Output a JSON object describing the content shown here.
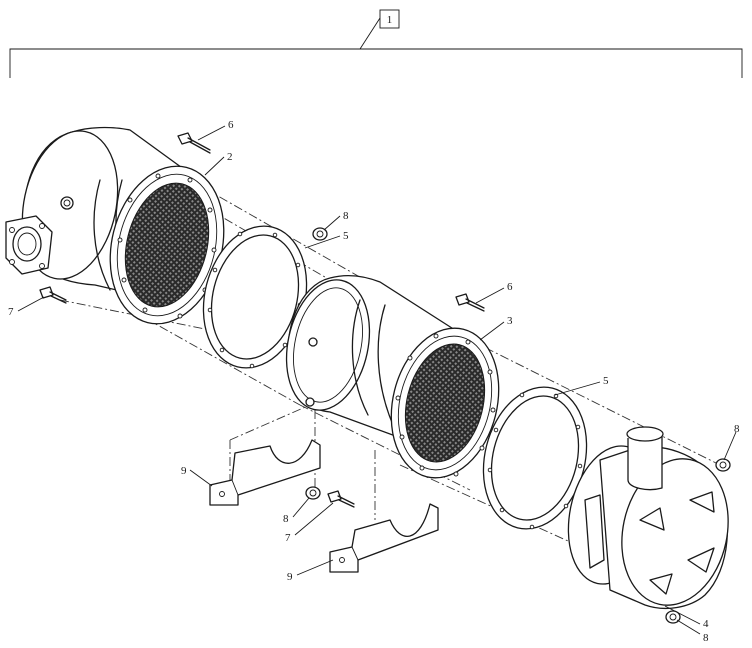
{
  "assembly": {
    "number": "1"
  },
  "callouts": [
    {
      "id": "callout-6-top",
      "label": "6"
    },
    {
      "id": "callout-2",
      "label": "2"
    },
    {
      "id": "callout-8-top",
      "label": "8"
    },
    {
      "id": "callout-5-top",
      "label": "5"
    },
    {
      "id": "callout-7-left",
      "label": "7"
    },
    {
      "id": "callout-6-mid",
      "label": "6"
    },
    {
      "id": "callout-3",
      "label": "3"
    },
    {
      "id": "callout-5-right",
      "label": "5"
    },
    {
      "id": "callout-8-right",
      "label": "8"
    },
    {
      "id": "callout-9-upper",
      "label": "9"
    },
    {
      "id": "callout-8-bottom",
      "label": "8"
    },
    {
      "id": "callout-7-bottom",
      "label": "7"
    },
    {
      "id": "callout-9-lower",
      "label": "9"
    },
    {
      "id": "callout-4",
      "label": "4"
    },
    {
      "id": "callout-8-lowright",
      "label": "8"
    }
  ],
  "colors": {
    "ink": "#1a1a1a",
    "paper": "#ffffff"
  }
}
